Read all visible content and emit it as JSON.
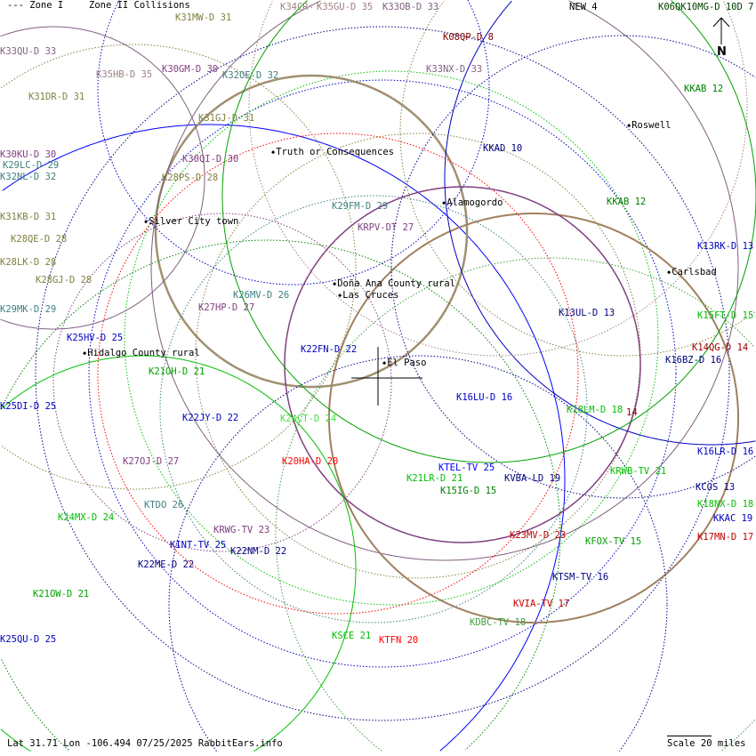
{
  "legend": {
    "zone1": "--- Zone I",
    "zone2": "Zone II Collisions"
  },
  "stations": [
    {
      "label": "K31MW-D 31",
      "color": "#808040"
    },
    {
      "label": "K34CR-",
      "color": "#a08080"
    },
    {
      "label": "K35GU-D 35",
      "color": "#a08080"
    },
    {
      "label": "K33OB-D 33",
      "color": "#806080"
    },
    {
      "label": "K08QP-D 8",
      "color": "#800000"
    },
    {
      "label": "NEW 4",
      "color": "#000000"
    },
    {
      "label": "K06QK10MG-D 10D 7",
      "color": "#004000"
    },
    {
      "label": "K33QU-D 33",
      "color": "#806080"
    },
    {
      "label": "K35HB-D 35",
      "color": "#a08080"
    },
    {
      "label": "K30GM-D 30",
      "color": "#804080"
    },
    {
      "label": "K32OE-D 32",
      "color": "#408080"
    },
    {
      "label": "K33NX-D 33",
      "color": "#806080"
    },
    {
      "label": "KKAB 12",
      "color": "#008000"
    },
    {
      "label": "K31DR-D 31",
      "color": "#808040"
    },
    {
      "label": "K31GJ-D 31",
      "color": "#808040"
    },
    {
      "label": "KKAD 10",
      "color": "#000080"
    },
    {
      "label": "K30KU-D 30",
      "color": "#804080"
    },
    {
      "label": "K29LC-D 29",
      "color": "#408080"
    },
    {
      "label": "K30QI-D 30",
      "color": "#804080"
    },
    {
      "label": "K32NL-D 32",
      "color": "#408080"
    },
    {
      "label": "K28PS-D 28",
      "color": "#808040"
    },
    {
      "label": "K29FM-D 29",
      "color": "#408080"
    },
    {
      "label": "KKAB 12",
      "color": "#008000"
    },
    {
      "label": "K31KB-D 31",
      "color": "#808040"
    },
    {
      "label": "KRPV-DT 27",
      "color": "#804080"
    },
    {
      "label": "K28QE-D 28",
      "color": "#808040"
    },
    {
      "label": "K13RK-D 13",
      "color": "#0000c0"
    },
    {
      "label": "K28LK-D 28",
      "color": "#808040"
    },
    {
      "label": "K28GJ-D 28",
      "color": "#808040"
    },
    {
      "label": "K26MV-D 26",
      "color": "#408080"
    },
    {
      "label": "K27HP-D 27",
      "color": "#804080"
    },
    {
      "label": "K29MK-D 29",
      "color": "#408080"
    },
    {
      "label": "K13UL-D 13",
      "color": "#000080"
    },
    {
      "label": "K15FT-D 15",
      "color": "#00c000"
    },
    {
      "label": "K25HV-D 25",
      "color": "#0000c0"
    },
    {
      "label": "K22FN-D 22",
      "color": "#0000c0"
    },
    {
      "label": "K14QG-D 14",
      "color": "#a00000"
    },
    {
      "label": "K16BZ-D 16",
      "color": "#000080"
    },
    {
      "label": "K21OH-D 21",
      "color": "#00a000"
    },
    {
      "label": "K16LU-D 16",
      "color": "#0000c0"
    },
    {
      "label": "K25DI-D 25",
      "color": "#0000c0"
    },
    {
      "label": "K18LM-D 18",
      "color": "#00c000"
    },
    {
      "label": "14",
      "color": "#a00000"
    },
    {
      "label": "K22JY-D 22",
      "color": "#0000c0"
    },
    {
      "label": "K24CT-D 24",
      "color": "#40e040"
    },
    {
      "label": "K16LR-D 16",
      "color": "#0000c0"
    },
    {
      "label": "K27OJ-D 27",
      "color": "#804080"
    },
    {
      "label": "K20HA-D 20",
      "color": "#ff0000"
    },
    {
      "label": "KTEL-TV 25",
      "color": "#0000ff"
    },
    {
      "label": "KRWB-TV 21",
      "color": "#00c000"
    },
    {
      "label": "K15IG-D 15",
      "color": "#008000"
    },
    {
      "label": "K21LR-D 21",
      "color": "#00c000"
    },
    {
      "label": "KVBA-LD 19",
      "color": "#000080"
    },
    {
      "label": "KCOS 13",
      "color": "#000080"
    },
    {
      "label": "KTDO 26",
      "color": "#408080"
    },
    {
      "label": "K18NX-D 18",
      "color": "#00c000"
    },
    {
      "label": "K24MX-D 24",
      "color": "#00c000"
    },
    {
      "label": "KKAC 19",
      "color": "#0000c0"
    },
    {
      "label": "KRWG-TV 23",
      "color": "#804080"
    },
    {
      "label": "K23MV-D 23",
      "color": "#c00000"
    },
    {
      "label": "K17MN-D 17",
      "color": "#c00000"
    },
    {
      "label": "KINT-TV 25",
      "color": "#0000c0"
    },
    {
      "label": "KFOX-TV 15",
      "color": "#00a000"
    },
    {
      "label": "K22NM-D 22",
      "color": "#000080"
    },
    {
      "label": "K22ME-D 22",
      "color": "#000080"
    },
    {
      "label": "KTSM-TV 16",
      "color": "#000080"
    },
    {
      "label": "K21OW-D 21",
      "color": "#00a000"
    },
    {
      "label": "KVIA-TV 17",
      "color": "#c00000"
    },
    {
      "label": "KDBC-TV 18",
      "color": "#40a040"
    },
    {
      "label": "K25QU-D 25",
      "color": "#0000c0"
    },
    {
      "label": "KSCE 21",
      "color": "#00c000"
    },
    {
      "label": "KTFN 20",
      "color": "#ff0000"
    }
  ],
  "cities": [
    "Truth or Consequences",
    "Roswell",
    "Alamogordo",
    "Silver City town",
    "Carlsbad",
    "Doña Ana County rural",
    "Las Cruces",
    "Hidalgo County rural",
    "El Paso"
  ],
  "north": "N",
  "footer": {
    "info": "Lat 31.71 Lon -106.494 07/25/2025 RabbitEars.info",
    "scale": "Scale 20 miles"
  }
}
